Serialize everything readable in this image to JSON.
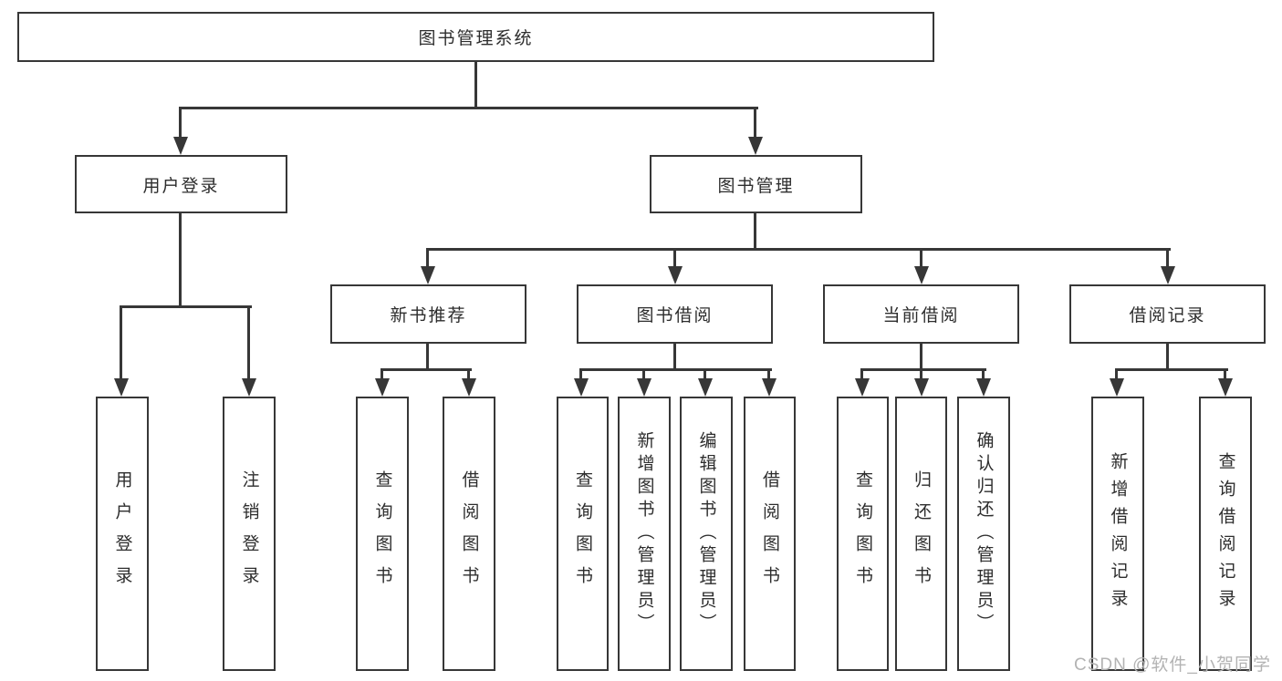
{
  "diagram": {
    "title": "图书管理系统",
    "children": [
      {
        "label": "用户登录",
        "children": [
          {
            "label": "用户登录"
          },
          {
            "label": "注销登录"
          }
        ]
      },
      {
        "label": "图书管理",
        "children": [
          {
            "label": "新书推荐",
            "children": [
              {
                "label": "查询图书"
              },
              {
                "label": "借阅图书"
              }
            ]
          },
          {
            "label": "图书借阅",
            "children": [
              {
                "label": "查询图书"
              },
              {
                "label": "新增图书（管理员）"
              },
              {
                "label": "编辑图书（管理员）"
              },
              {
                "label": "借阅图书"
              }
            ]
          },
          {
            "label": "当前借阅",
            "children": [
              {
                "label": "查询图书"
              },
              {
                "label": "归还图书"
              },
              {
                "label": "确认归还（管理员）"
              }
            ]
          },
          {
            "label": "借阅记录",
            "children": [
              {
                "label": "新增借阅记录"
              },
              {
                "label": "查询借阅记录"
              }
            ]
          }
        ]
      }
    ]
  },
  "watermark": {
    "text": "CSDN @软件_小贺同学"
  },
  "colors": {
    "line": "#373737",
    "box_border": "#373737",
    "text": "#2d2d2d",
    "watermark": "#b3b3b3",
    "background": "#ffffff"
  }
}
